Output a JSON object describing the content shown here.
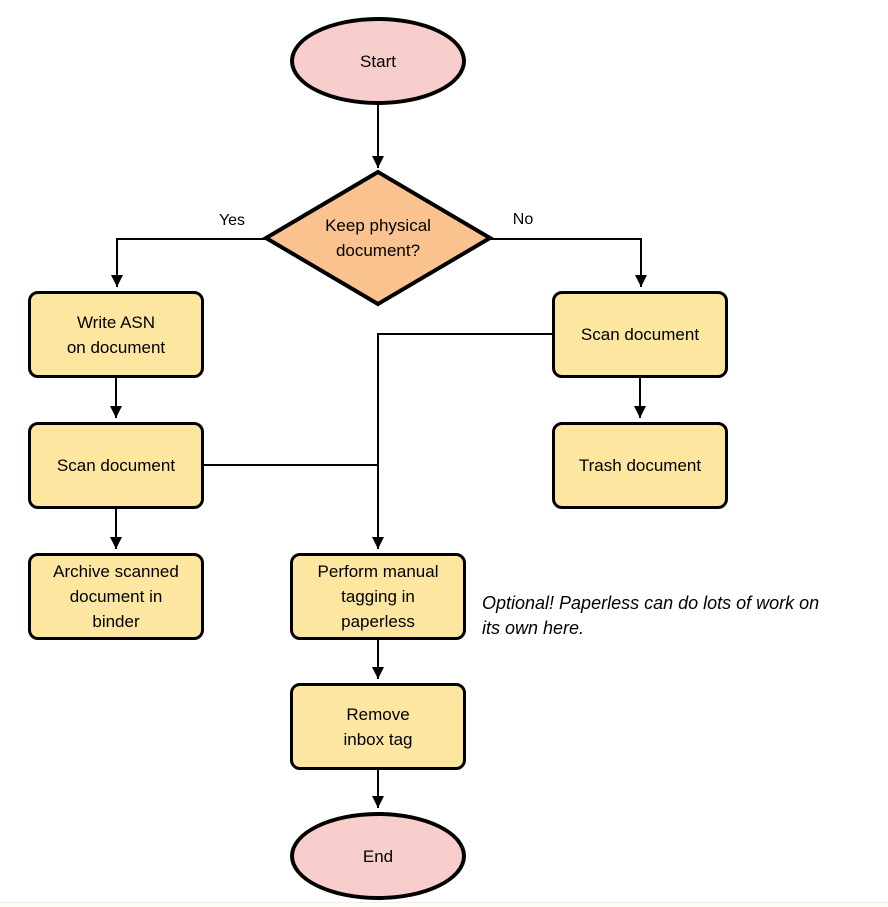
{
  "colors": {
    "background": "#FFFFFF",
    "node-yellow": "#FDE6A0",
    "node-pink": "#F8CECC",
    "node-orange": "#FAC28E",
    "node-border": "#000000",
    "edge": "#000000"
  },
  "diagram": {
    "nodes": {
      "start": {
        "label": "Start",
        "type": "terminator"
      },
      "decision": {
        "label": "Keep physical\ndocument?",
        "type": "decision"
      },
      "write_asn": {
        "label": "Write ASN\non document",
        "type": "process"
      },
      "scan_left": {
        "label": "Scan document",
        "type": "process"
      },
      "archive": {
        "label": "Archive scanned\ndocument in\nbinder",
        "type": "process"
      },
      "scan_right": {
        "label": "Scan document",
        "type": "process"
      },
      "trash": {
        "label": "Trash document",
        "type": "process"
      },
      "tagging": {
        "label": "Perform manual\ntagging in\npaperless",
        "type": "process"
      },
      "remove_inbox": {
        "label": "Remove\ninbox tag",
        "type": "process"
      },
      "end": {
        "label": "End",
        "type": "terminator"
      }
    },
    "edge_labels": {
      "yes": "Yes",
      "no": "No"
    },
    "note": "Optional! Paperless can do lots of work on\nits own here."
  }
}
